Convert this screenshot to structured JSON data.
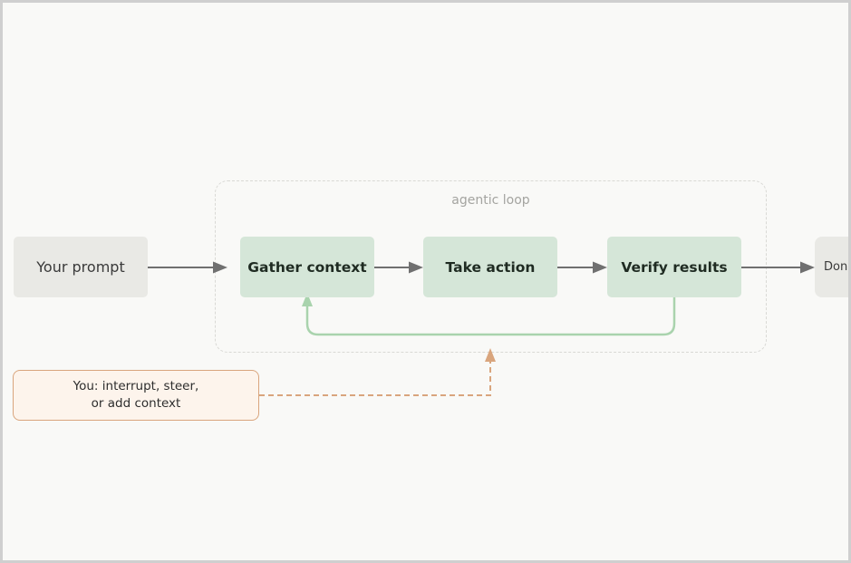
{
  "diagram": {
    "loop_label": "agentic loop",
    "nodes": {
      "prompt": "Your prompt",
      "gather": "Gather context",
      "action": "Take action",
      "verify": "Verify results",
      "done": "Done"
    },
    "steer": {
      "line1": "You: interrupt, steer,",
      "line2": "or add context"
    },
    "colors": {
      "background": "#f9f9f7",
      "loop_node_fill": "#d5e6d8",
      "plain_node_fill": "#e9e9e5",
      "arrow": "#707070",
      "loop_back_arrow": "#a9d3ad",
      "steer_accent": "#d9a57d",
      "steer_fill": "#fdf4ec"
    }
  }
}
